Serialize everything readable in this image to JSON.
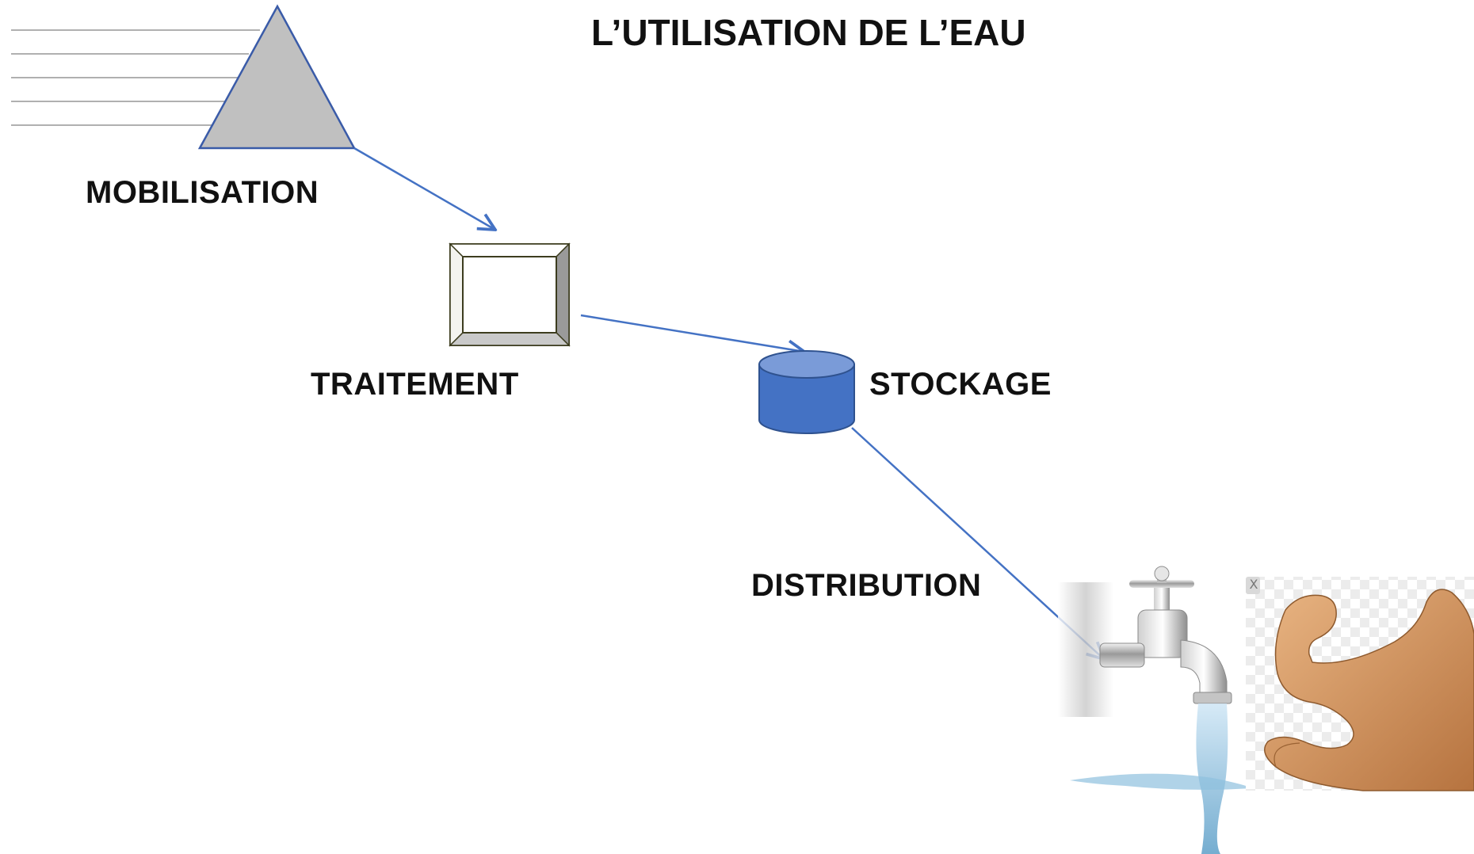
{
  "title": "L’UTILISATION DE L’EAU",
  "steps": {
    "mobilisation": "MOBILISATION",
    "traitement": "TRAITEMENT",
    "stockage": "STOCKAGE",
    "distribution": "DISTRIBUTION"
  },
  "icons": {
    "source": "mountain-source-icon",
    "treatment": "treatment-box-icon",
    "storage": "storage-cylinder-icon",
    "tap": "water-tap-icon",
    "hand": "pinching-hand-icon"
  },
  "colors": {
    "arrow": "#4472C4",
    "triangle_fill": "#C0C0C0",
    "triangle_stroke": "#3A5BA8",
    "cylinder_fill": "#4472C4",
    "cylinder_top": "#7A9BD8",
    "stream_lines": "#B0B0B0",
    "text": "#111111"
  },
  "overlay_close_glyph": "X"
}
